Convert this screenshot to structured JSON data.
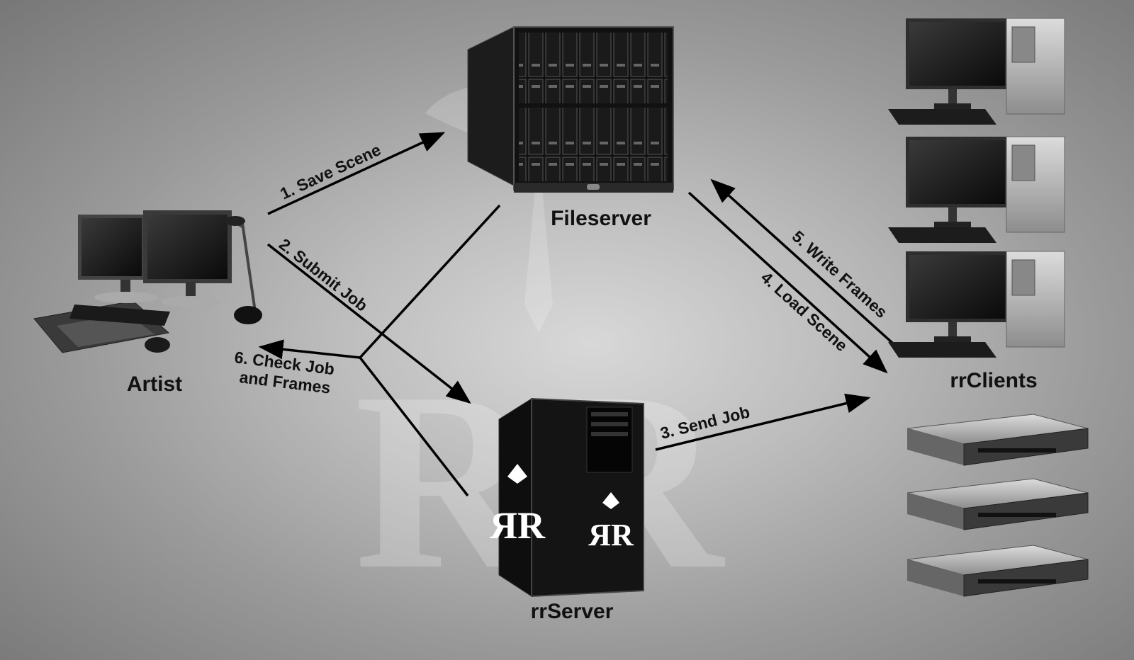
{
  "nodes": {
    "fileserver": {
      "label": "Fileserver",
      "icon": "blade-server-icon"
    },
    "artist": {
      "label": "Artist",
      "icon": "dual-monitor-workstation-icon"
    },
    "rrserver": {
      "label": "rrServer",
      "icon": "tower-server-icon"
    },
    "rrclients": {
      "label": "rrClients",
      "icons": [
        "desktop-pc-icon",
        "desktop-pc-icon",
        "desktop-pc-icon",
        "rack-server-icon",
        "rack-server-icon",
        "rack-server-icon"
      ]
    }
  },
  "edges": {
    "save_scene": "1. Save Scene",
    "submit_job": "2. Submit Job",
    "send_job": "3. Send Job",
    "load_scene": "4. Load Scene",
    "write_frames": "5. Write Frames",
    "check_job_line1": "6. Check Job",
    "check_job_line2": "and Frames"
  },
  "watermark": {
    "monogram": "RR",
    "logo_text": "ЯR"
  },
  "colors": {
    "arrow": "#000000",
    "background_center": "#d8d8d8",
    "background_edge": "#777777"
  }
}
